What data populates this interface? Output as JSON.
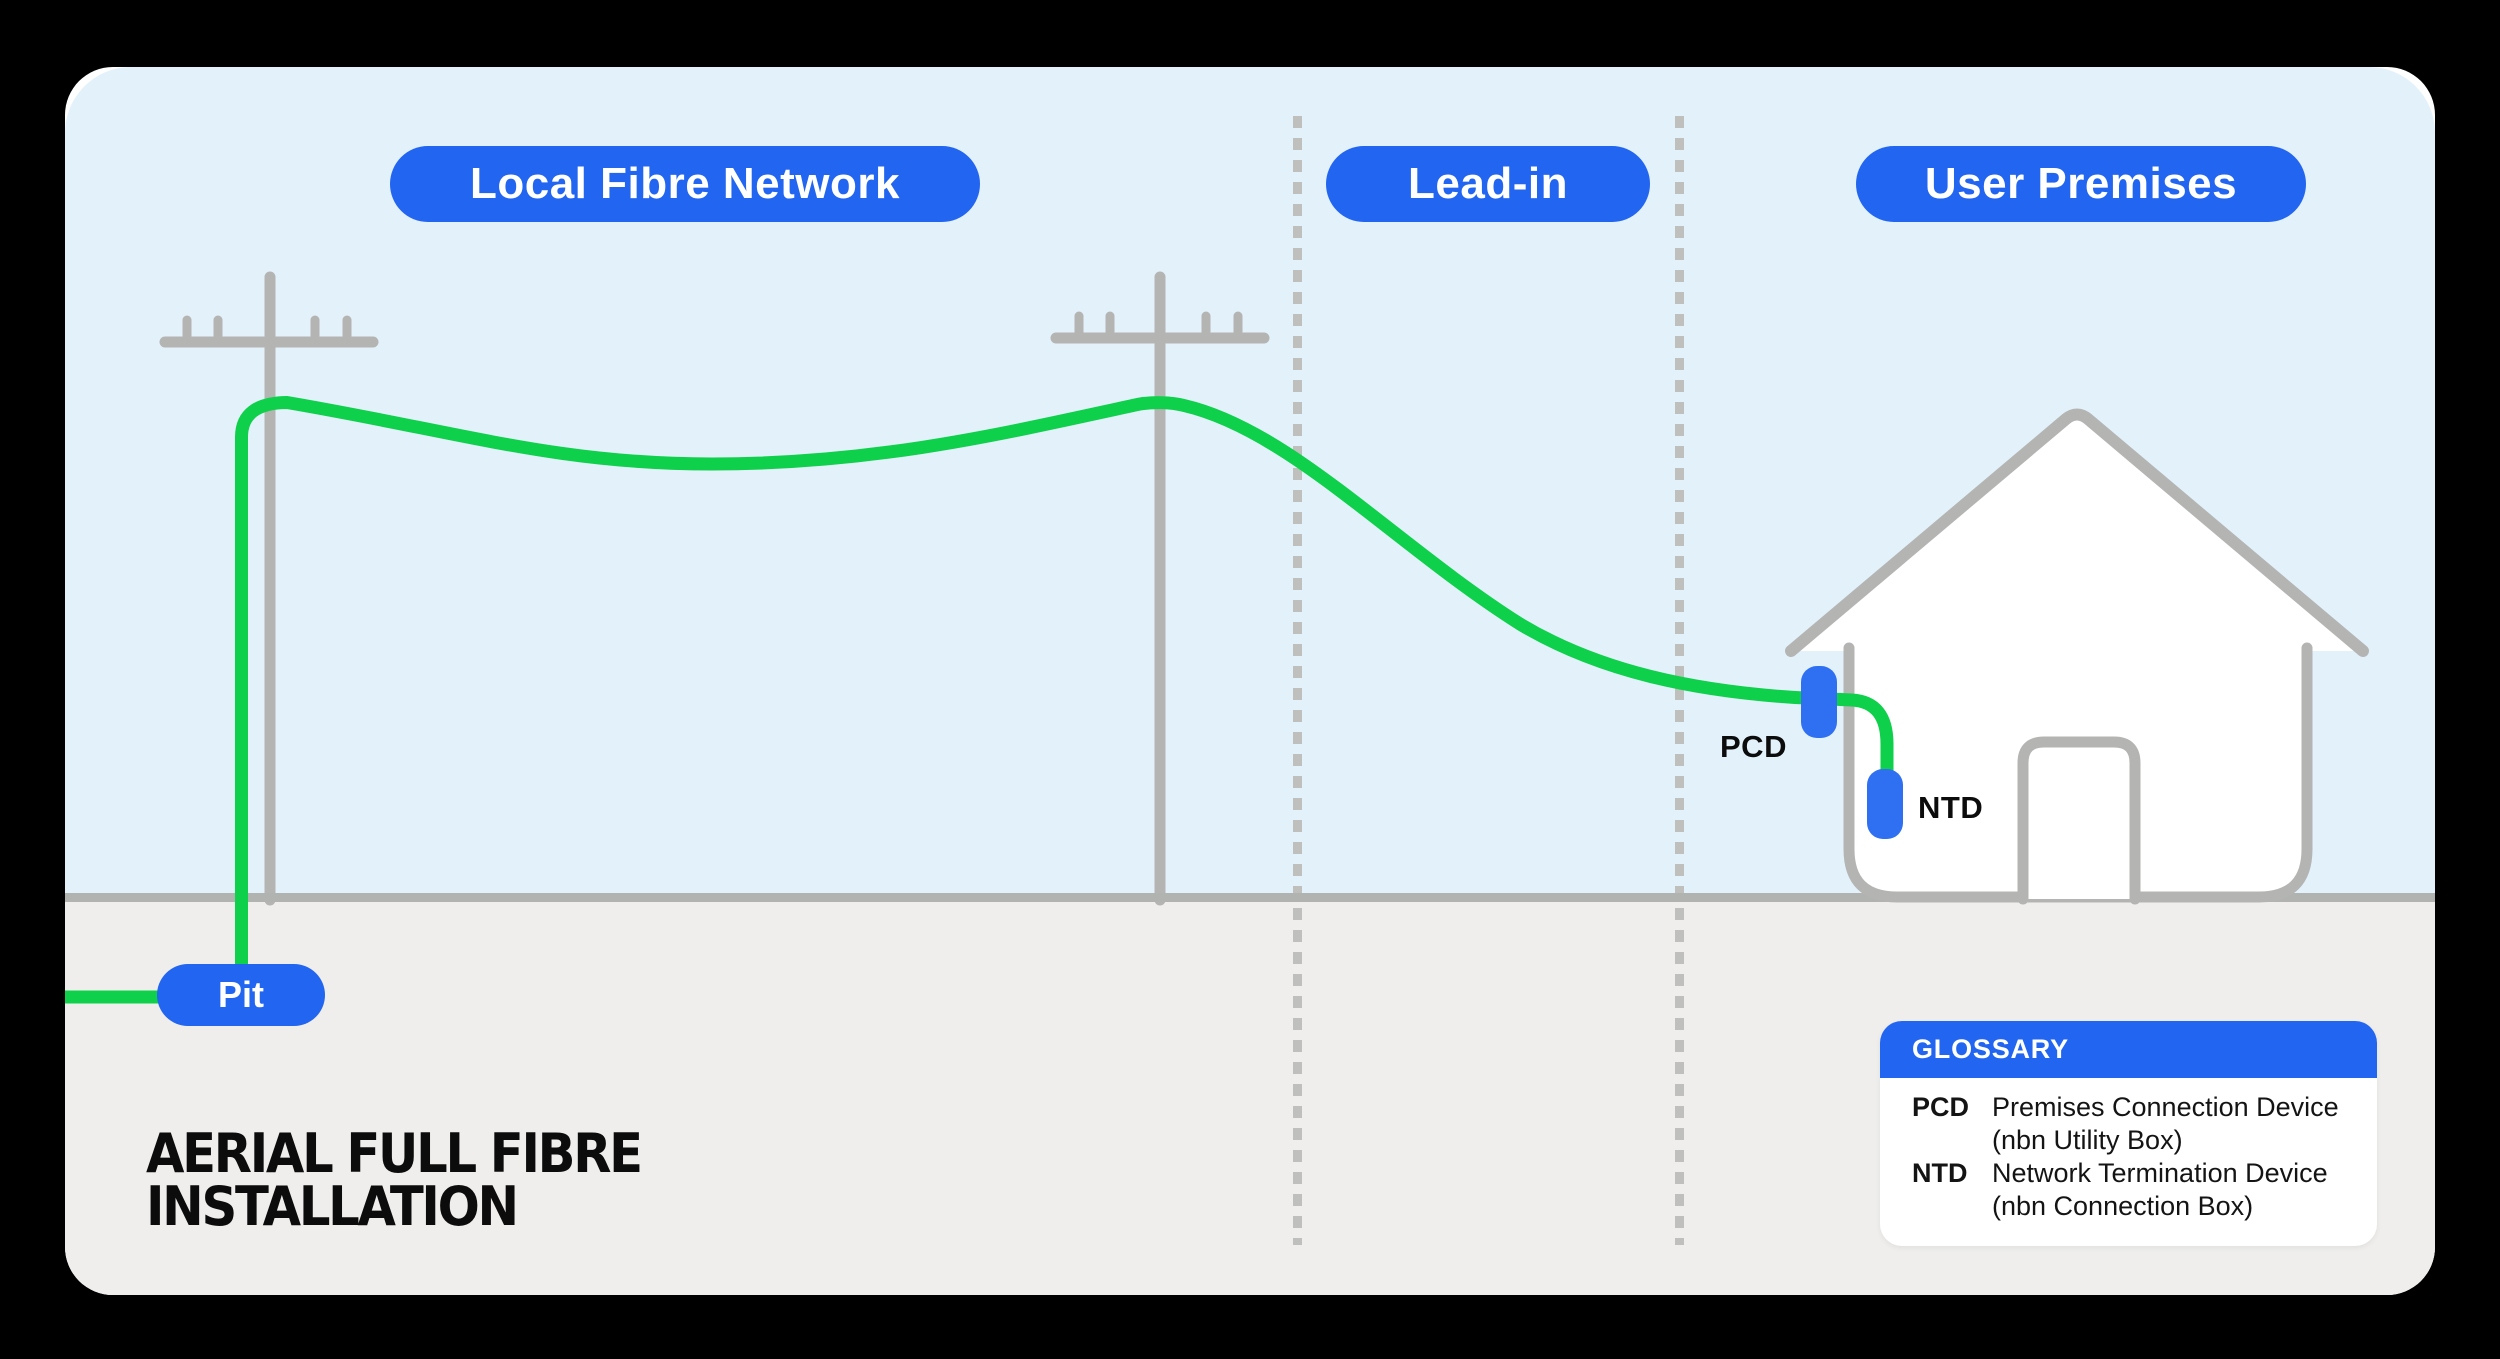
{
  "regions": {
    "local": "Local Fibre Network",
    "lead_in": "Lead-in",
    "premises": "User Premises"
  },
  "pit_label": "Pit",
  "device_labels": {
    "pcd": "PCD",
    "ntd": "NTD"
  },
  "title": {
    "line1": "AERIAL FULL FIBRE",
    "line2": "INSTALLATION"
  },
  "glossary": {
    "header": "GLOSSARY",
    "entries": [
      {
        "term": "PCD",
        "definition": "Premises Connection Device",
        "note": "(nbn Utility Box)"
      },
      {
        "term": "NTD",
        "definition": "Network Termination Device",
        "note": "(nbn Connection Box)"
      }
    ]
  },
  "colors": {
    "pill_blue": "#2165f0",
    "device_blue": "#2f70f3",
    "cable_green": "#0fd04a",
    "sky_blue": "#e3f1fb",
    "ground_grey": "#efeeec",
    "stroke_grey": "#b4b5b3",
    "dash_grey": "#bfbfbd",
    "background": "#000000"
  }
}
